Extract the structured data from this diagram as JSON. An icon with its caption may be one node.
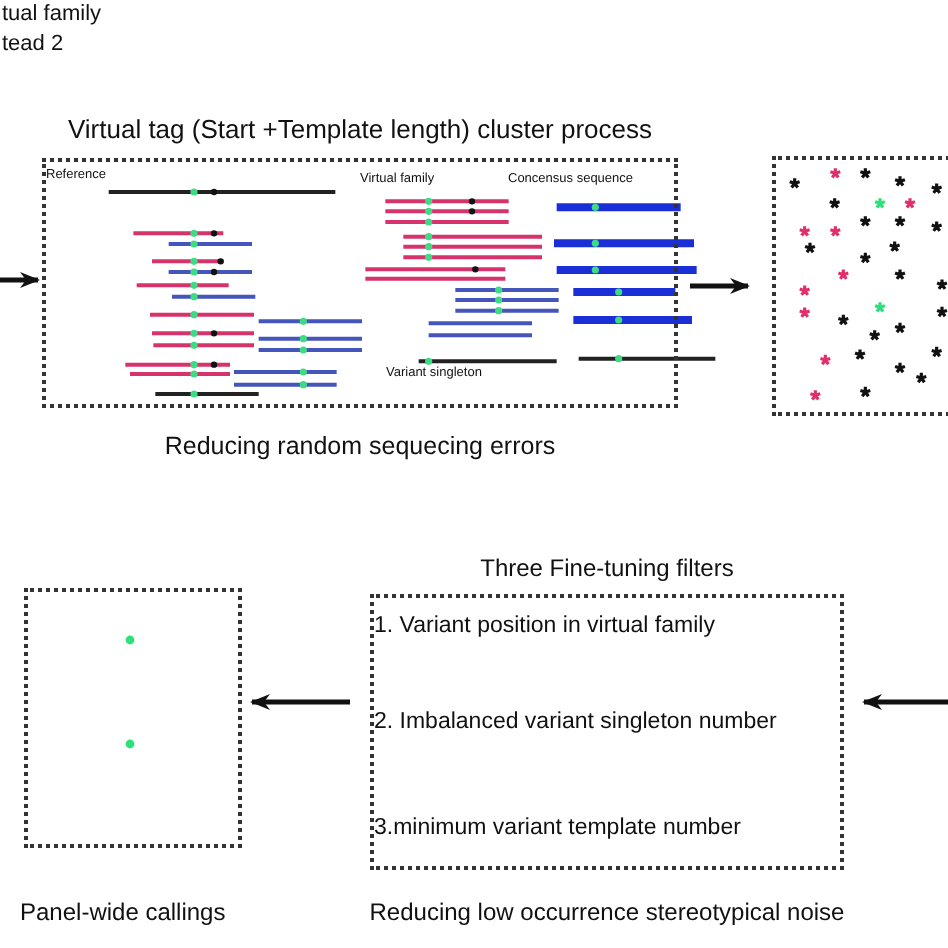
{
  "diagram": {
    "nodes": [
      {
        "text": [
          "Virtual tag (Start +Template length) cluster process",
          "Reference",
          "Virtual family",
          "Concensus sequence",
          "Variant singleton"
        ],
        "beside": [
          "Reducing random sequecing errors"
        ]
      },
      {
        "text": [],
        "shape": "box"
      },
      {
        "text": [
          "Three Fine-tuning filters",
          "1. Variant position in virtual family",
          "2. Imbalanced variant singleton number",
          "3.minimum variant template number"
        ],
        "beside": [
          "Reducing low occurrence stereotypical noise"
        ]
      },
      {
        "text": [],
        "shape": "box",
        "beside": [
          "Panel-wide callings"
        ]
      }
    ],
    "edges": [
      {
        "from": null,
        "to": 0,
        "arrow": "to"
      },
      {
        "from": 0,
        "to": 1,
        "arrow": "to"
      },
      {
        "from": null,
        "to": 2,
        "arrow": "to"
      },
      {
        "from": 2,
        "to": 3,
        "arrow": "to"
      }
    ],
    "labels": [
      "tual family",
      "tead 2"
    ]
  }
}
